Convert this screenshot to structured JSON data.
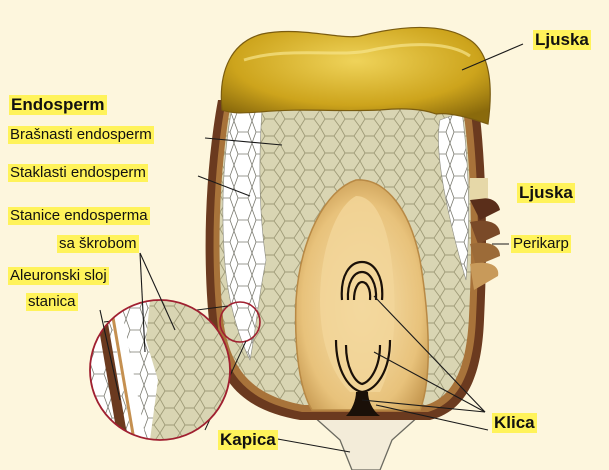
{
  "labels": {
    "ljuska_top": "Ljuska",
    "endosperm": "Endosperm",
    "brasnasti": "Brašnasti endosperm",
    "staklasti": "Staklasti endosperm",
    "stanice_line1": "Stanice endosperma",
    "stanice_line2": "sa škrobom",
    "aleuronski_line1": "Aleuronski sloj",
    "aleuronski_line2": "stanica",
    "ljuska_right": "Ljuska",
    "perikarp": "Perikarp",
    "klica": "Klica",
    "kapica": "Kapica"
  },
  "colors": {
    "background": "#fdf6dd",
    "label_highlight": "#fff35a",
    "hull": "#c9a51c",
    "endosperm_floury": "#d6d2b0",
    "endosperm_starch_cells": "#ffffff",
    "germ": "#e9c583",
    "pericarp_dark": "#5a2e1a"
  }
}
